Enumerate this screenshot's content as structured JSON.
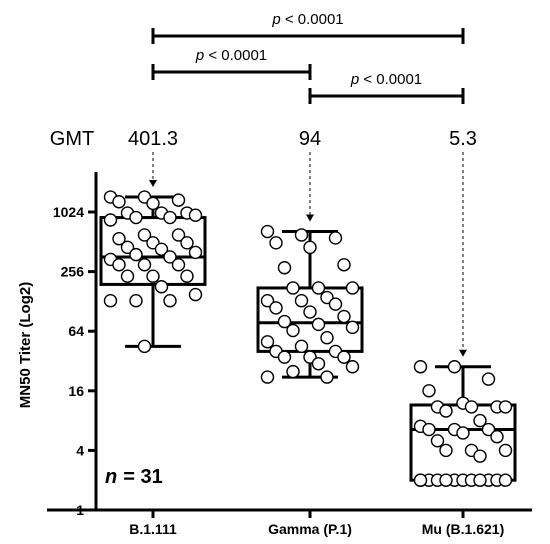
{
  "chart_data": {
    "type": "box",
    "ylabel": "MN50 Titer (Log2)",
    "y_scale": "log2",
    "ylim": [
      1,
      2048
    ],
    "y_ticks": [
      1,
      4,
      16,
      64,
      256,
      1024
    ],
    "categories": [
      "B.1.111",
      "Gamma (P.1)",
      "Mu (B.1.621)"
    ],
    "gmt_label": "GMT",
    "gmt_values": [
      "401.3",
      "94",
      "5.3"
    ],
    "n_label": "n",
    "n_value": "= 31",
    "boxes": [
      {
        "category": "B.1.111",
        "min": 45,
        "q1": 190,
        "median": 360,
        "q3": 900,
        "max": 1450
      },
      {
        "category": "Gamma (P.1)",
        "min": 22,
        "q1": 40,
        "median": 78,
        "q3": 175,
        "max": 650
      },
      {
        "category": "Mu (B.1.621)",
        "min": 2,
        "q1": 2,
        "median": 6.5,
        "q3": 11.5,
        "max": 28
      }
    ],
    "points": [
      [
        1450,
        1450,
        1350,
        1300,
        1250,
        1000,
        1000,
        1000,
        950,
        900,
        900,
        850,
        600,
        600,
        550,
        500,
        500,
        450,
        430,
        400,
        380,
        360,
        340,
        300,
        300,
        300,
        230,
        230,
        230,
        180,
        150,
        130,
        130,
        130,
        45
      ],
      [
        650,
        600,
        560,
        500,
        450,
        300,
        280,
        175,
        175,
        175,
        140,
        130,
        130,
        120,
        110,
        100,
        90,
        80,
        75,
        70,
        65,
        55,
        50,
        45,
        40,
        40,
        35,
        35,
        35,
        30,
        28,
        25,
        22,
        22
      ],
      [
        28,
        28,
        21,
        16,
        12,
        11,
        11,
        11,
        11,
        10,
        8,
        7,
        6.5,
        6.5,
        6.5,
        6,
        5.5,
        5,
        4,
        4,
        4,
        3.5,
        2,
        2,
        2,
        2,
        2,
        2,
        2,
        2,
        2,
        2,
        2,
        2
      ]
    ],
    "comparisons": [
      {
        "from": 0,
        "to": 2,
        "label": "p < 0.0001"
      },
      {
        "from": 0,
        "to": 1,
        "label": "p < 0.0001"
      },
      {
        "from": 1,
        "to": 2,
        "label": "p < 0.0001"
      }
    ]
  }
}
